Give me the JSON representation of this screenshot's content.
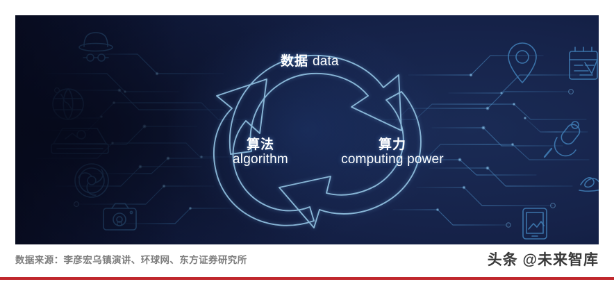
{
  "figure": {
    "title": "AI three-element cycle diagram",
    "panel": {
      "background_color": "#101a3c",
      "accent_color": "#7ba8cc"
    },
    "cycle": {
      "nodes": [
        {
          "id": "data",
          "cn": "数据",
          "en": "data",
          "position": "top"
        },
        {
          "id": "power",
          "cn": "算力",
          "en": "computing power",
          "position": "bottom-right"
        },
        {
          "id": "algorithm",
          "cn": "算法",
          "en": "algorithm",
          "position": "bottom-left"
        }
      ],
      "arrow_count": 3,
      "direction": "clockwise"
    },
    "decor_icons_left": [
      "detective-hat-icon",
      "globe-icon",
      "laptop-icon",
      "turbine-icon",
      "camera-icon"
    ],
    "decor_icons_right": [
      "location-pin-icon",
      "calendar-icon",
      "microphone-icon",
      "signature-icon",
      "tablet-icon"
    ]
  },
  "caption": {
    "source_note": "数据来源：李彦宏乌镇演讲、环球网、东方证券研究所",
    "watermark": "头条 @未来智库",
    "rule_color": "#c0282d"
  }
}
